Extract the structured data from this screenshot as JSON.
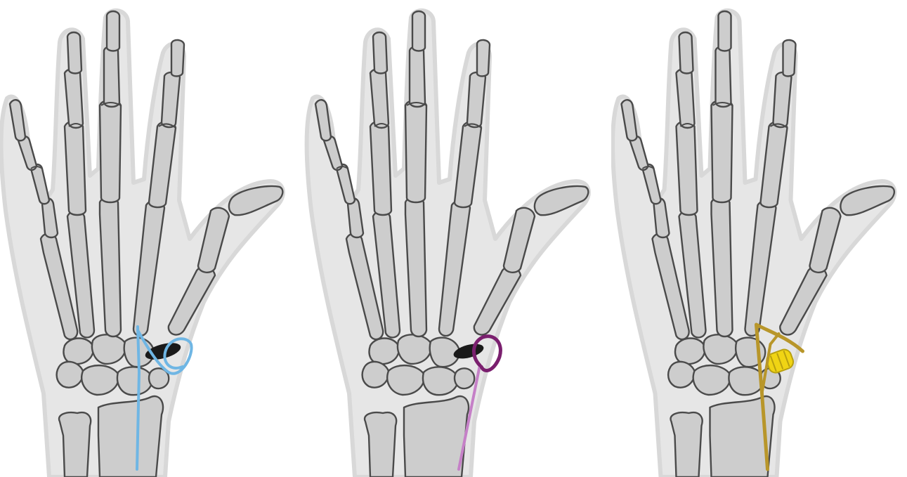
{
  "figure": {
    "panels": [
      {
        "id": "panel-1",
        "tendon_color": "#6fb6e4",
        "implant": "black-spacer"
      },
      {
        "id": "panel-2",
        "tendon_color": "#c580c7",
        "loop_color": "#7a1f6e",
        "implant": "black-spacer"
      },
      {
        "id": "panel-3",
        "tendon_color": "#b8962a",
        "implant": "yellow-coil"
      }
    ],
    "colors": {
      "bone_fill": "#cdcdcd",
      "bone_outline": "#4a4a4a",
      "skin_silhouette": "#e6e6e6",
      "spacer": "#1a1a1a",
      "coil": "#f0d414"
    }
  }
}
